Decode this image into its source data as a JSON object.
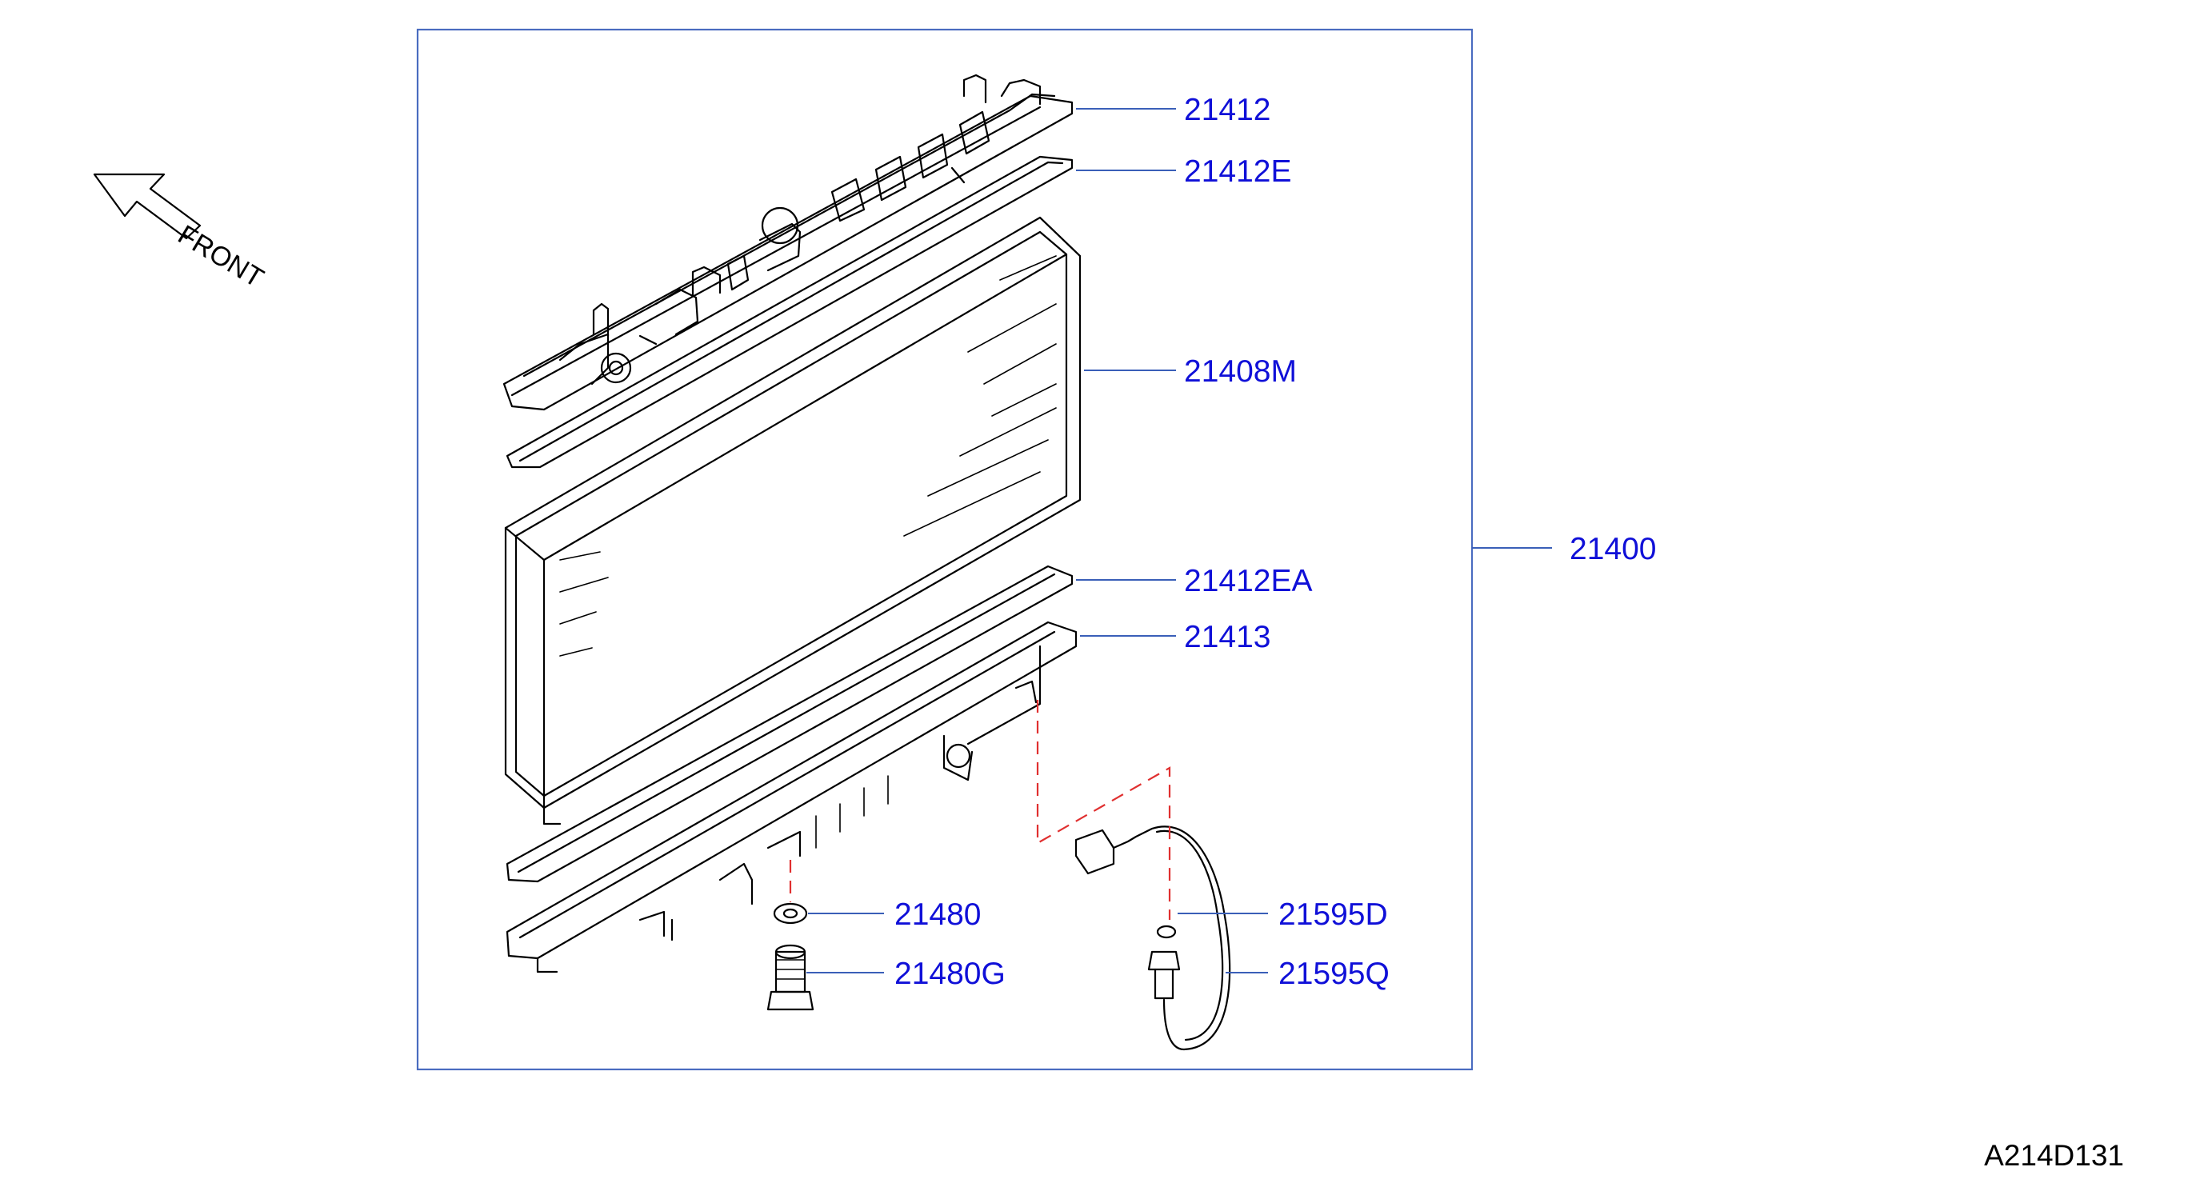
{
  "diagram": {
    "front_label": "FRONT",
    "drawing_number": "A214D131",
    "callouts": {
      "upper_tank": "21412",
      "upper_seal": "21412E",
      "radiator_core": "21408M",
      "assembly": "21400",
      "lower_seal": "21412EA",
      "lower_tank": "21413",
      "drain_washer": "21480",
      "drain_plug": "21480G",
      "sensor_seal": "21595D",
      "temp_sensor": "21595Q"
    },
    "colors": {
      "callout_text": "#1010d8",
      "leader_line": "#3a5fb8",
      "frame": "#4a6cc0",
      "dashed_guide": "#e03030"
    }
  }
}
